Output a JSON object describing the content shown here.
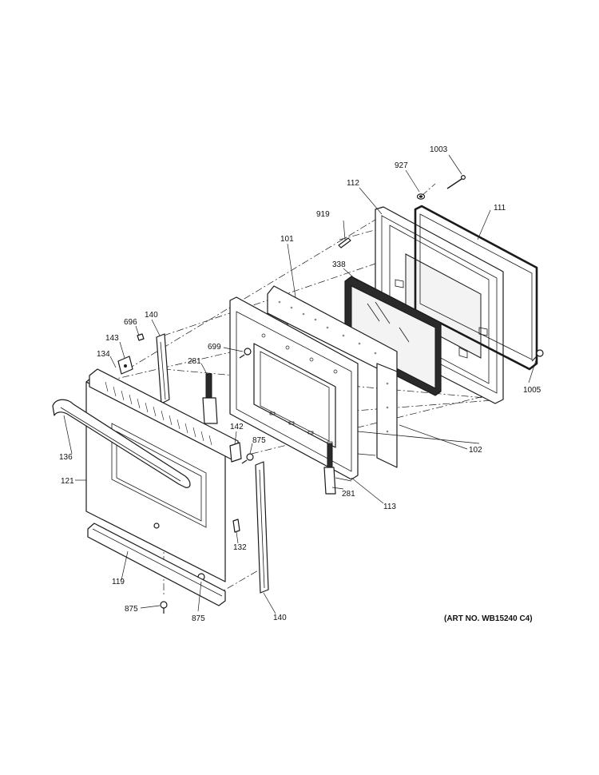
{
  "diagram": {
    "art_number": "(ART NO. WB15240 C4)",
    "callouts": {
      "c1003": "1003",
      "c927": "927",
      "c112": "112",
      "c111": "111",
      "c919": "919",
      "c101": "101",
      "c338": "338",
      "c140a": "140",
      "c696": "696",
      "c143": "143",
      "c699": "699",
      "c134": "134",
      "c281a": "281",
      "c1005": "1005",
      "c142": "142",
      "c875a": "875",
      "c102": "102",
      "c136": "136",
      "c121": "121",
      "c113": "113",
      "c281b": "281",
      "c132": "132",
      "c119": "119",
      "c875b": "875",
      "c875c": "875",
      "c140b": "140"
    }
  }
}
